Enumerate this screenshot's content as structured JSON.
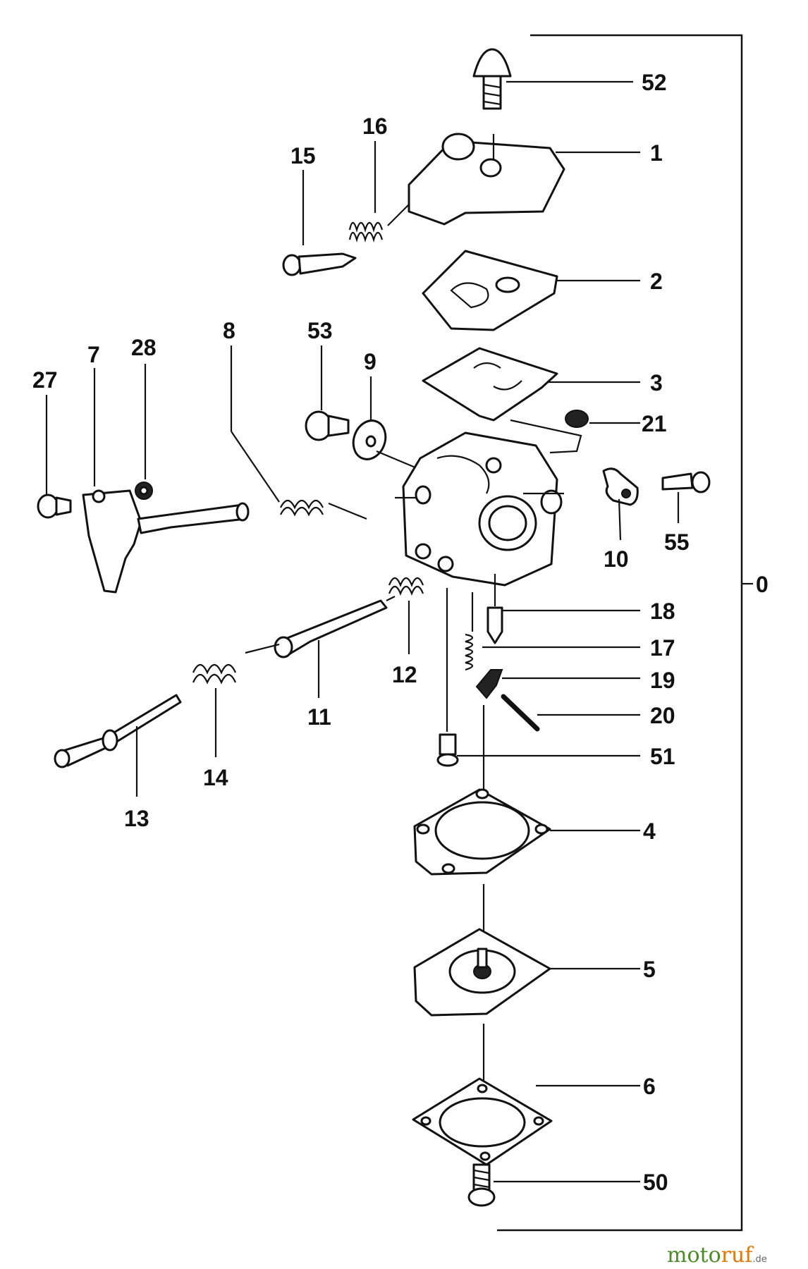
{
  "diagram": {
    "assembly_number": "0",
    "parts": [
      {
        "id": "p1",
        "name": "carburetor-cover",
        "label": "1"
      },
      {
        "id": "p2",
        "name": "gasket-top",
        "label": "2"
      },
      {
        "id": "p3",
        "name": "pump-diaphragm",
        "label": "3"
      },
      {
        "id": "p4",
        "name": "metering-gasket",
        "label": "4"
      },
      {
        "id": "p5",
        "name": "metering-diaphragm",
        "label": "5"
      },
      {
        "id": "p6",
        "name": "metering-cover",
        "label": "6"
      },
      {
        "id": "p7",
        "name": "throttle-lever",
        "label": "7"
      },
      {
        "id": "p8",
        "name": "throttle-spring",
        "label": "8"
      },
      {
        "id": "p9",
        "name": "washer",
        "label": "9"
      },
      {
        "id": "p10",
        "name": "clip",
        "label": "10"
      },
      {
        "id": "p11",
        "name": "throttle-shaft",
        "label": "11"
      },
      {
        "id": "p12",
        "name": "shaft-spring",
        "label": "12"
      },
      {
        "id": "p13",
        "name": "choke-shaft",
        "label": "13"
      },
      {
        "id": "p14",
        "name": "choke-spring",
        "label": "14"
      },
      {
        "id": "p15",
        "name": "adjusting-screw",
        "label": "15"
      },
      {
        "id": "p16",
        "name": "screw-spring",
        "label": "16"
      },
      {
        "id": "p17",
        "name": "needle-spring",
        "label": "17"
      },
      {
        "id": "p18",
        "name": "inlet-needle",
        "label": "18"
      },
      {
        "id": "p19",
        "name": "control-lever",
        "label": "19"
      },
      {
        "id": "p20",
        "name": "lever-pin",
        "label": "20"
      },
      {
        "id": "p21",
        "name": "plug",
        "label": "21"
      },
      {
        "id": "p27",
        "name": "lever-screw",
        "label": "27"
      },
      {
        "id": "p28",
        "name": "lever-washer",
        "label": "28"
      },
      {
        "id": "p50",
        "name": "cover-screw",
        "label": "50"
      },
      {
        "id": "p51",
        "name": "top-screw",
        "label": "51"
      },
      {
        "id": "p52",
        "name": "lever-screw-small",
        "label": "52"
      },
      {
        "id": "p53",
        "name": "screw-53",
        "label": "53"
      },
      {
        "id": "p55",
        "name": "screw-55",
        "label": "55"
      }
    ]
  },
  "watermark": {
    "part_a": "moto",
    "part_b": "ruf",
    "suffix": ".de"
  }
}
